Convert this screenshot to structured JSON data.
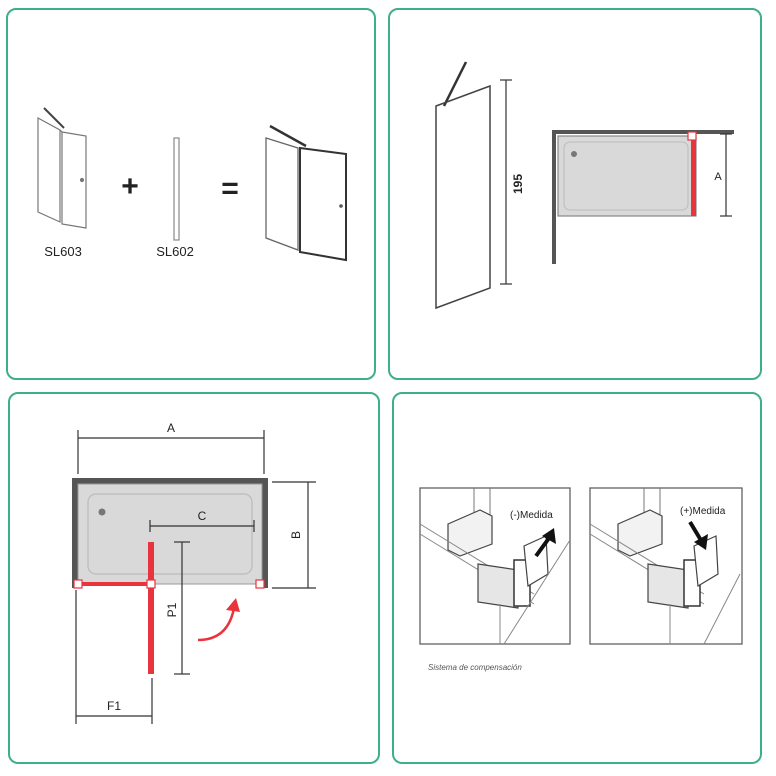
{
  "panel_product": {
    "item1_label": "SL603",
    "plus_symbol": "+",
    "item2_label": "SL602",
    "equals_symbol": "="
  },
  "panel_wall": {
    "height_label": "195",
    "dim_a_label": "A"
  },
  "panel_plan": {
    "dim_a_label": "A",
    "dim_b_label": "B",
    "dim_c_label": "C",
    "dim_p1_label": "P1",
    "dim_f1_label": "F1"
  },
  "panel_compensation": {
    "minus_label": "(-)Medida",
    "plus_label": "(+)Medida",
    "caption": "Sistema de compensación"
  },
  "colors": {
    "frame_border": "#3fae89",
    "highlight_red": "#e8343c",
    "tray_fill": "#d9d9d9",
    "wall_dark": "#555555"
  }
}
